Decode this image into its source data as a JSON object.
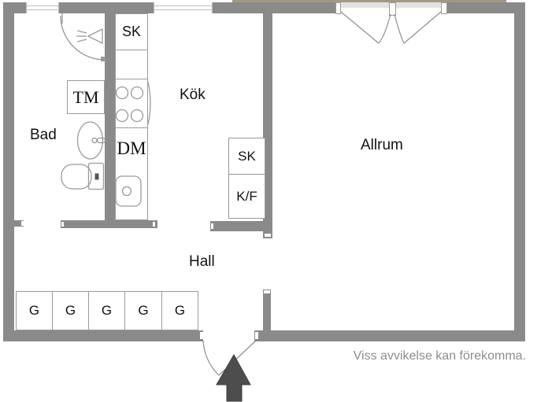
{
  "title": "Apartment floor plan",
  "rooms": {
    "bad": "Bad",
    "kok": "Kök",
    "allrum": "Allrum",
    "hall": "Hall"
  },
  "fixtures": {
    "sk_tall_cabinet": "SK",
    "washing_machine": "TM",
    "dishwasher": "DM",
    "sk_upper_cabinet": "SK",
    "fridge_freezer": "K/F"
  },
  "wardrobes": {
    "labels": [
      "G",
      "G",
      "G",
      "G",
      "G"
    ]
  },
  "footer": {
    "disclaimer": "Viss avvikelse kan förekomma."
  },
  "icons": {
    "shower": "shower-icon",
    "bath_sink": "washbasin-icon",
    "toilet": "toilet-icon",
    "stove": "stove-burners-icon",
    "kitchen_sink": "kitchen-sink-icon",
    "entrance_arrow": "entrance-arrow-icon",
    "door_swings": "door-swing-arc"
  },
  "colors": {
    "wall": "#8a8a8a",
    "fixture_outline": "#9a9a9a",
    "balcony_trim": "#a59880",
    "threshold": "#e3e3e3",
    "entrance_arrow": "#4d4d4d",
    "disclaimer_text": "#8e8e8e"
  }
}
